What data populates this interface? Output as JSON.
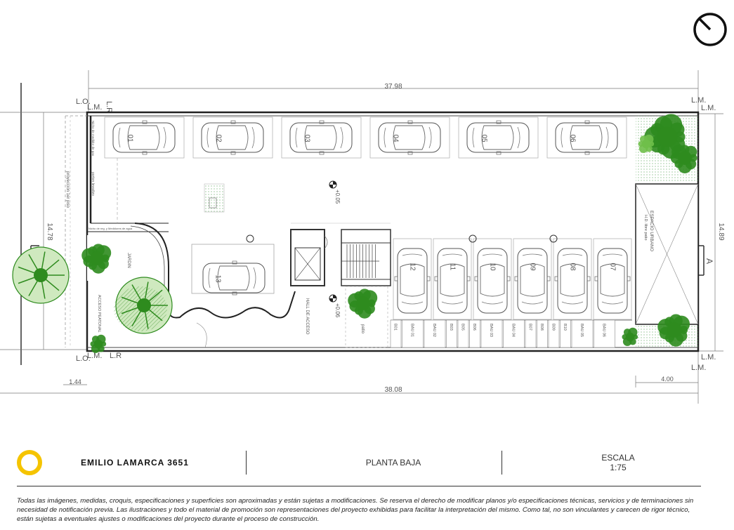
{
  "dimensions": {
    "top": "37.98",
    "bottom": "38.08",
    "left": "14.78",
    "right": "14.89",
    "bottom_left": "1.44",
    "bottom_right": "4.00"
  },
  "labels": {
    "lo": "L.O.",
    "lm": "L.M.",
    "lr": "L.R",
    "section": "A"
  },
  "levels": [
    "+0.05",
    "+0.06"
  ],
  "parking_top": [
    "01",
    "02",
    "03",
    "04",
    "05",
    "06"
  ],
  "parking_right": [
    "12",
    "11",
    "10",
    "09",
    "08",
    "07"
  ],
  "parking_center": "13",
  "storage": [
    "B01",
    "BAU 01",
    "BAU 02",
    "B03",
    "B05",
    "B06",
    "BAU 03",
    "BAU 04",
    "B07",
    "B08",
    "B09",
    "B10",
    "BAU 05",
    "BAU 06"
  ],
  "rooms": {
    "jardin": "JARDIN",
    "hall": "HALL DE ACCESO",
    "acceso": "ACCESO PEATONAL",
    "espacio": "ESPACIO URBANO",
    "espacio_sub": "H.D. libre patio",
    "patio": "patio",
    "proyeccion": "proyeccion 1er piso",
    "medidor": "Nicho de medidor de gas",
    "reg": "Nicho de reg. y Medidores de agua",
    "porton": "porton levadizo"
  },
  "footer": {
    "project": "EMILIO LAMARCA 3651",
    "sheet": "PLANTA BAJA",
    "scale_label": "ESCALA",
    "scale_value": "1:75",
    "disclaimer": "Todas las imágenes, medidas, croquis, especificaciones y superficies son aproximadas y están sujetas a modificaciones. Se reserva el derecho de modificar planos y/o especificaciones técnicas, servicios y de terminaciones sin necesidad de notificación previa. Las ilustraciones y todo el material de promoción son representaciones del proyecto exhibidas para facilitar la interpretación del mismo. Como tal, no son vinculantes y carecen de rigor técnico, están sujetas a eventuales ajustes o modificaciones del proyecto durante el proceso de construcción."
  },
  "colors": {
    "plant_dark": "#2e8b1e",
    "plant_light": "#6fbf4a",
    "logo_ring": "#f5c400"
  }
}
